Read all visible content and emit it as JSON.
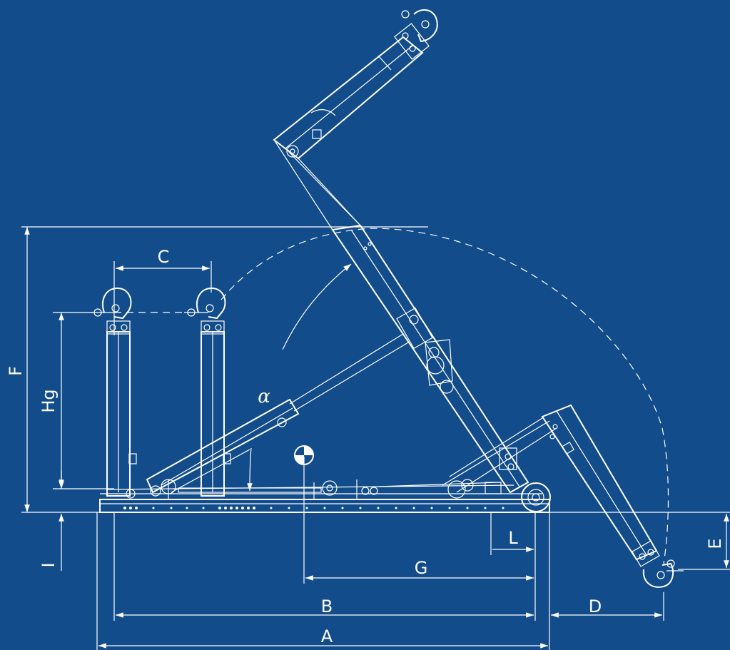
{
  "colors": {
    "background": "#124c8a",
    "line": "#ffffff"
  },
  "labels": {
    "A": "A",
    "B": "B",
    "C": "C",
    "D": "D",
    "E": "E",
    "F": "F",
    "G": "G",
    "Hg": "Hg",
    "I": "I",
    "L": "L",
    "alpha": "α"
  },
  "icons": {
    "center_of_gravity": "center-of-gravity-icon"
  }
}
